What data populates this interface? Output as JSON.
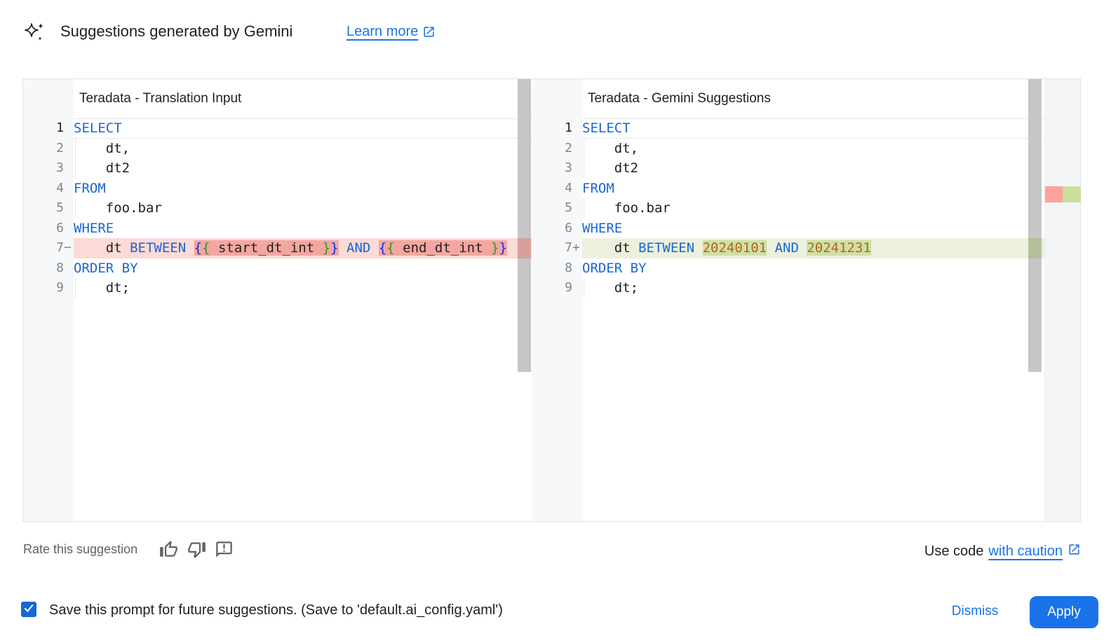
{
  "header": {
    "title": "Suggestions generated by Gemini",
    "learn_more": "Learn more"
  },
  "panels": [
    {
      "title": "Teradata - Translation Input",
      "lines": [
        {
          "num": "1",
          "sign": "",
          "current": true,
          "tokens": [
            [
              "SELECT",
              "kw"
            ]
          ]
        },
        {
          "num": "2",
          "sign": "",
          "guide": true,
          "tokens": [
            [
              "    dt,",
              "pl"
            ]
          ]
        },
        {
          "num": "3",
          "sign": "",
          "guide": true,
          "tokens": [
            [
              "    dt2",
              "pl"
            ]
          ]
        },
        {
          "num": "4",
          "sign": "",
          "tokens": [
            [
              "FROM",
              "kw"
            ]
          ]
        },
        {
          "num": "5",
          "sign": "",
          "guide": true,
          "tokens": [
            [
              "    foo.bar",
              "pl"
            ]
          ]
        },
        {
          "num": "6",
          "sign": "",
          "tokens": [
            [
              "WHERE",
              "kw"
            ]
          ]
        },
        {
          "num": "7",
          "sign": "−",
          "diff": "del",
          "tokens": [
            [
              "    dt ",
              "pl"
            ],
            [
              "BETWEEN",
              "kw"
            ],
            [
              " ",
              "pl"
            ],
            [
              "{",
              "bo",
              "del"
            ],
            [
              "{",
              "bi",
              "del"
            ],
            [
              " start_dt_int ",
              "pl",
              "del"
            ],
            [
              "}",
              "bi",
              "del"
            ],
            [
              "}",
              "bo",
              "del"
            ],
            [
              " ",
              "pl"
            ],
            [
              "AND",
              "kw"
            ],
            [
              " ",
              "pl"
            ],
            [
              "{",
              "bo",
              "del"
            ],
            [
              "{",
              "bi",
              "del"
            ],
            [
              " end_dt_int ",
              "pl",
              "del"
            ],
            [
              "}",
              "bi",
              "del"
            ],
            [
              "}",
              "bo",
              "del"
            ]
          ]
        },
        {
          "num": "8",
          "sign": "",
          "tokens": [
            [
              "ORDER BY",
              "kw"
            ]
          ]
        },
        {
          "num": "9",
          "sign": "",
          "guide": true,
          "tokens": [
            [
              "    dt;",
              "pl"
            ]
          ]
        }
      ]
    },
    {
      "title": "Teradata - Gemini Suggestions",
      "lines": [
        {
          "num": "1",
          "sign": "",
          "current": true,
          "tokens": [
            [
              "SELECT",
              "kw"
            ]
          ]
        },
        {
          "num": "2",
          "sign": "",
          "guide": true,
          "tokens": [
            [
              "    dt,",
              "pl"
            ]
          ]
        },
        {
          "num": "3",
          "sign": "",
          "guide": true,
          "tokens": [
            [
              "    dt2",
              "pl"
            ]
          ]
        },
        {
          "num": "4",
          "sign": "",
          "tokens": [
            [
              "FROM",
              "kw"
            ]
          ]
        },
        {
          "num": "5",
          "sign": "",
          "guide": true,
          "tokens": [
            [
              "    foo.bar",
              "pl"
            ]
          ]
        },
        {
          "num": "6",
          "sign": "",
          "tokens": [
            [
              "WHERE",
              "kw"
            ]
          ]
        },
        {
          "num": "7",
          "sign": "+",
          "diff": "ins",
          "tokens": [
            [
              "    dt ",
              "pl"
            ],
            [
              "BETWEEN",
              "kw"
            ],
            [
              " ",
              "pl"
            ],
            [
              "20240101",
              "num",
              "ins"
            ],
            [
              " ",
              "pl"
            ],
            [
              "AND",
              "kw"
            ],
            [
              " ",
              "pl"
            ],
            [
              "20241231",
              "num",
              "ins"
            ]
          ]
        },
        {
          "num": "8",
          "sign": "",
          "tokens": [
            [
              "ORDER BY",
              "kw"
            ]
          ]
        },
        {
          "num": "9",
          "sign": "",
          "guide": true,
          "tokens": [
            [
              "    dt;",
              "pl"
            ]
          ]
        }
      ]
    }
  ],
  "footer": {
    "rate_label": "Rate this suggestion",
    "use_code_prefix": "Use code",
    "use_code_link": "with caution"
  },
  "bottom": {
    "save_label": "Save this prompt for future suggestions. (Save to 'default.ai_config.yaml')",
    "checkbox_checked": true,
    "dismiss_label": "Dismiss",
    "apply_label": "Apply"
  },
  "colors": {
    "accent_blue": "#1a73e8",
    "keyword": "#1967d2",
    "plain_text": "#202124",
    "bracket_outer": "#0431fa",
    "bracket_inner": "#319331",
    "number_literal": "#b5651d",
    "diff_delete_line": "#fcdad6",
    "diff_delete_char": "#f4a6a0",
    "diff_insert_line": "#ecf1dd",
    "diff_insert_char": "#cfe0a5",
    "gutter_bg": "#f7f8f9",
    "scrollbar": "#c6c6c6",
    "muted_text": "#5f6368"
  },
  "icons": {
    "header": "gemini-sparkle-icon",
    "links": "open-in-new-icon",
    "rate": [
      "thumb-up-icon",
      "thumb-down-icon",
      "feedback-icon"
    ],
    "checkbox": "checkmark-icon"
  }
}
